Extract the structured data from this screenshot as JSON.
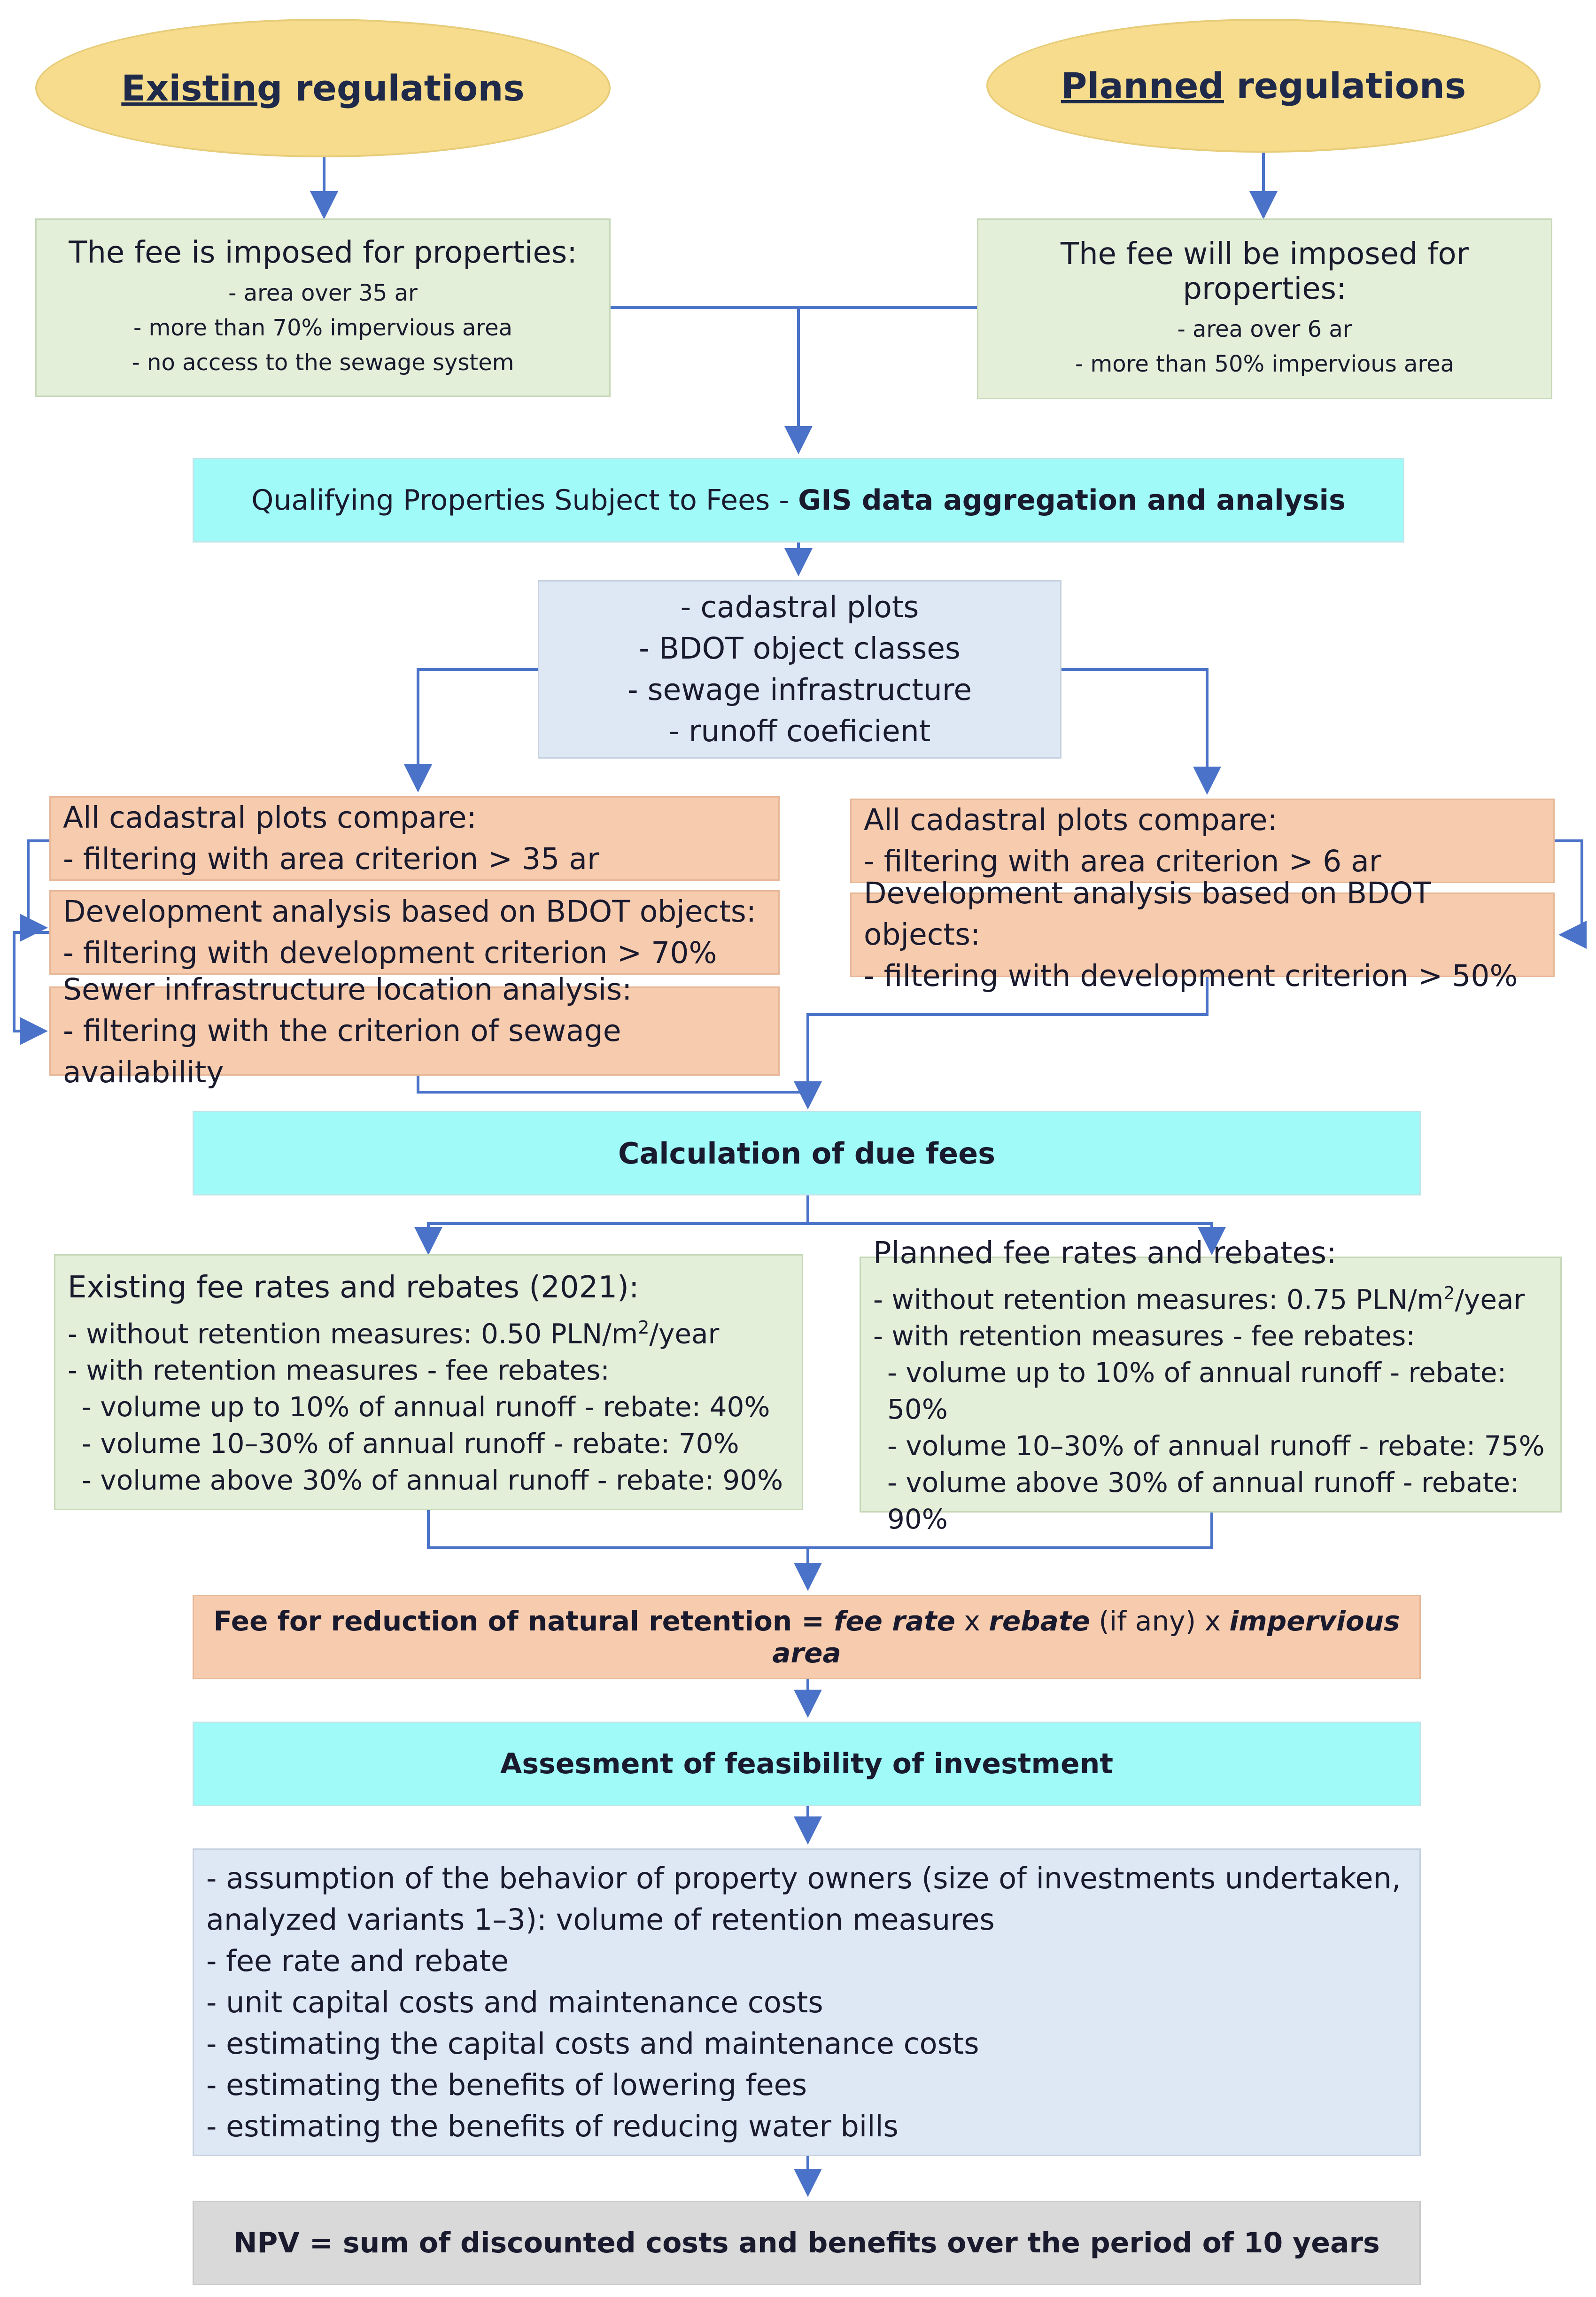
{
  "existing": {
    "title_underlined": "Existing",
    "title_rest": " regulations",
    "fee_title": "The fee is imposed for properties:",
    "criteria": [
      "- area over 35 ar",
      "- more than 70% impervious area",
      "- no access to the sewage system"
    ]
  },
  "planned": {
    "title_underlined": "Planned",
    "title_rest": " regulations",
    "fee_title": "The fee will be imposed for properties:",
    "criteria": [
      "- area over 6 ar",
      "- more than 50% impervious area"
    ]
  },
  "qualifying": {
    "text": "Qualifying Properties Subject to Fees - ",
    "bold": "GIS data aggregation and analysis"
  },
  "data_sources": [
    "- cadastral plots",
    "- BDOT object classes",
    "- sewage infrastructure",
    "- runoff coeficient"
  ],
  "left_filters": [
    [
      "All cadastral plots compare:",
      "- filtering with area criterion > 35 ar"
    ],
    [
      "Development analysis based on BDOT objects:",
      "- filtering with development criterion > 70%"
    ],
    [
      "Sewer infrastructure location analysis:",
      "- filtering with the criterion of sewage availability"
    ]
  ],
  "right_filters": [
    [
      "All cadastral plots compare:",
      "- filtering with area criterion > 6 ar"
    ],
    [
      "Development analysis based on BDOT objects:",
      "- filtering with development criterion > 50%"
    ]
  ],
  "calculation": "Calculation of due fees",
  "existing_rates": {
    "title": "Existing fee rates and rebates (2021):",
    "without_pre": "- without retention measures: 0.50 PLN/m",
    "sup": "2",
    "without_post": "/year",
    "lines": [
      "- with retention measures - fee rebates:",
      "- volume up to 10% of annual runoff - rebate: 40%",
      "- volume 10–30% of annual runoff - rebate: 70%",
      "- volume above 30% of annual runoff - rebate: 90%"
    ]
  },
  "planned_rates": {
    "title": "Planned fee rates and rebates:",
    "without_pre": "- without retention measures: 0.75 PLN/m",
    "sup": "2",
    "without_post": "/year",
    "lines": [
      "- with retention measures - fee rebates:",
      "- volume up to 10% of annual runoff - rebate: 50%",
      "- volume 10–30% of annual runoff - rebate: 75%",
      "- volume above 30% of annual runoff - rebate: 90%"
    ]
  },
  "formula": {
    "p1": "Fee for reduction of natural retention = ",
    "p2": "fee rate",
    "p3": " x ",
    "p4": "rebate",
    "p5": " (if any) x ",
    "p6": "impervious area"
  },
  "assessment": "Assesment of feasibility of investment",
  "assessment_items": [
    "- assumption of the behavior of property owners (size of investments undertaken,",
    "analyzed variants 1–3): volume of retention measures",
    "- fee rate and rebate",
    "- unit capital costs and maintenance costs",
    "- estimating the capital costs and maintenance costs",
    "- estimating the benefits of lowering fees",
    "- estimating the benefits of reducing water bills"
  ],
  "npv": "NPV = sum of discounted costs and benefits over the period of 10 years",
  "colors": {
    "arrow": "#4a72c8",
    "ellipse": "#f6dc8c",
    "green": "#e3efd8",
    "cyan": "#9ffaf8",
    "blue": "#dde8f4",
    "orange": "#f7cbad",
    "gray": "#d9d9d9"
  }
}
